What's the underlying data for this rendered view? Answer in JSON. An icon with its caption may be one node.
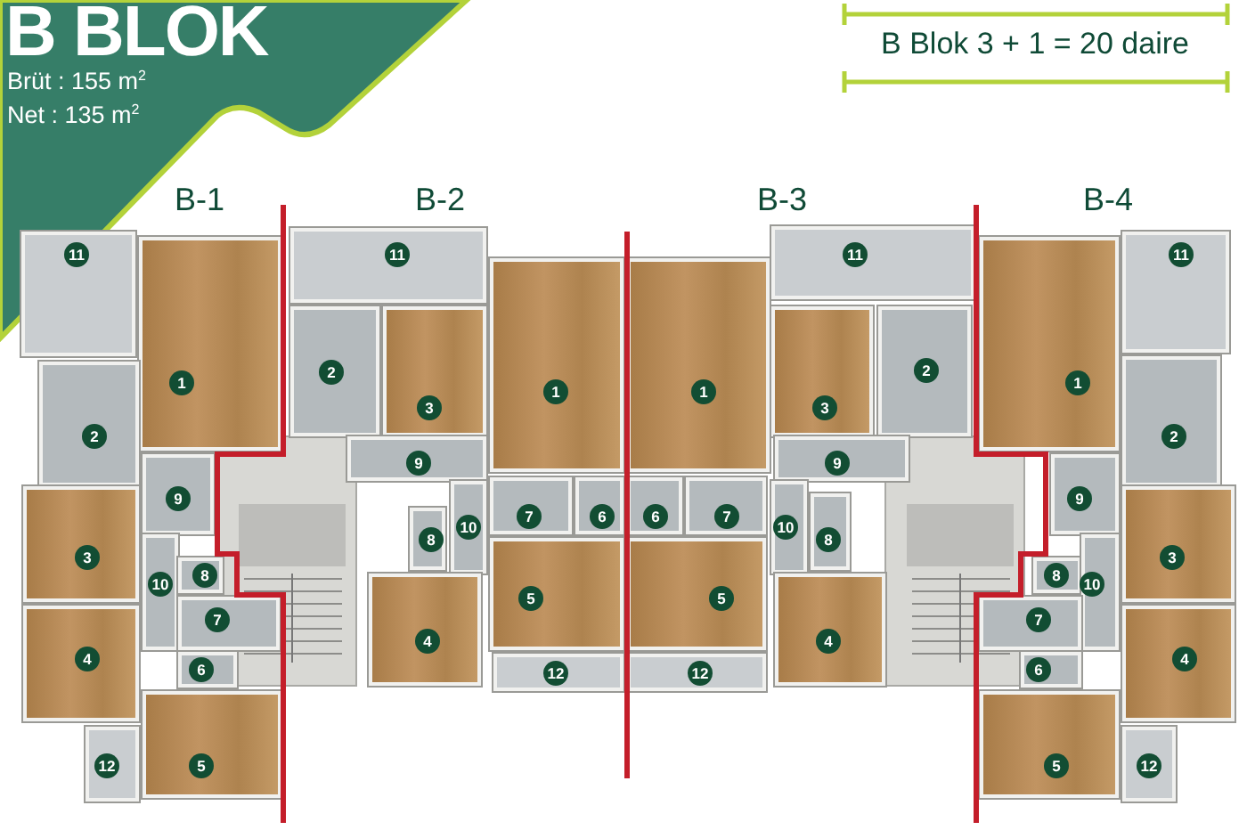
{
  "diagram": {
    "title": "B BLOK",
    "nodes": [
      {
        "text": [
          "11"
        ]
      },
      {
        "text": [
          "1"
        ]
      },
      {
        "text": [
          "2"
        ]
      },
      {
        "text": [
          "9"
        ]
      },
      {
        "text": [
          "3"
        ]
      },
      {
        "text": [
          "10"
        ]
      },
      {
        "text": [
          "8"
        ]
      },
      {
        "text": [
          "7"
        ]
      },
      {
        "text": [
          "4"
        ]
      },
      {
        "text": [
          "6"
        ]
      },
      {
        "text": [
          "5"
        ]
      },
      {
        "text": [
          "12"
        ]
      },
      {
        "text": [
          "11"
        ]
      },
      {
        "text": [
          "2"
        ]
      },
      {
        "text": [
          "3"
        ]
      },
      {
        "text": [
          "1"
        ]
      },
      {
        "text": [
          "9"
        ]
      },
      {
        "text": [
          "10"
        ]
      },
      {
        "text": [
          "8"
        ]
      },
      {
        "text": [
          "7"
        ]
      },
      {
        "text": [
          "6"
        ]
      },
      {
        "text": [
          "5"
        ]
      },
      {
        "text": [
          "4"
        ]
      },
      {
        "text": [
          "12"
        ]
      },
      {
        "text": [
          "11"
        ]
      },
      {
        "text": [
          "1"
        ]
      },
      {
        "text": [
          "3"
        ]
      },
      {
        "text": [
          "2"
        ]
      },
      {
        "text": [
          "9"
        ]
      },
      {
        "text": [
          "10"
        ]
      },
      {
        "text": [
          "8"
        ]
      },
      {
        "text": [
          "6"
        ]
      },
      {
        "text": [
          "7"
        ]
      },
      {
        "text": [
          "5"
        ]
      },
      {
        "text": [
          "4"
        ]
      },
      {
        "text": [
          "12"
        ]
      },
      {
        "text": [
          "11"
        ]
      },
      {
        "text": [
          "1"
        ]
      },
      {
        "text": [
          "2"
        ]
      },
      {
        "text": [
          "9"
        ]
      },
      {
        "text": [
          "3"
        ]
      },
      {
        "text": [
          "8"
        ]
      },
      {
        "text": [
          "10"
        ]
      },
      {
        "text": [
          "7"
        ]
      },
      {
        "text": [
          "4"
        ]
      },
      {
        "text": [
          "6"
        ]
      },
      {
        "text": [
          "5"
        ]
      },
      {
        "text": [
          "12"
        ]
      }
    ],
    "labels": [
      "Brüt : 155 m$^{2}$",
      "Net : 135 m$^{2}$",
      "B Blok 3 + 1 = 20 daire",
      "B-1",
      "B-2",
      "B-3",
      "B-4"
    ]
  }
}
